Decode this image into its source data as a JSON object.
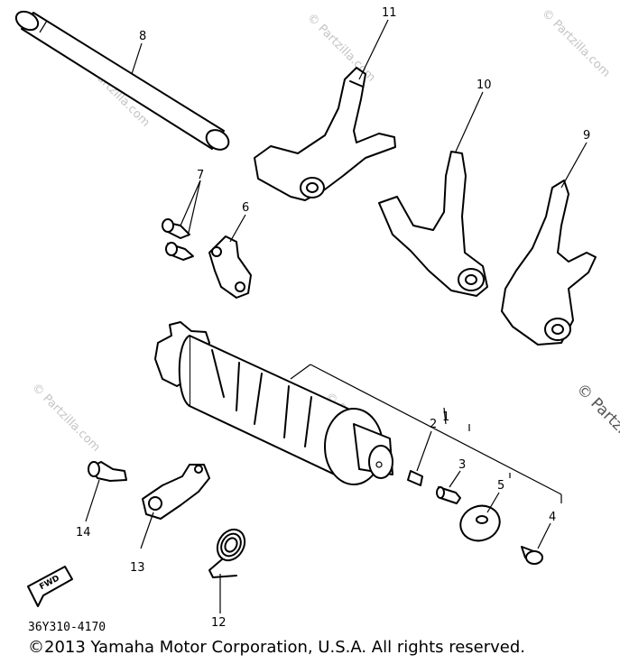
{
  "diagram": {
    "part_code": "36Y310-4170",
    "copyright": "©2013 Yamaha Motor Corporation, U.S.A. All rights reserved.",
    "watermark": "© Partzilla.com",
    "fwd_label": "FWD",
    "callouts": [
      {
        "id": "p1",
        "label": "1"
      },
      {
        "id": "p2",
        "label": "2"
      },
      {
        "id": "p3",
        "label": "3"
      },
      {
        "id": "p4",
        "label": "4"
      },
      {
        "id": "p5",
        "label": "5"
      },
      {
        "id": "p6",
        "label": "6"
      },
      {
        "id": "p7",
        "label": "7"
      },
      {
        "id": "p8",
        "label": "8"
      },
      {
        "id": "p9",
        "label": "9"
      },
      {
        "id": "p10",
        "label": "10"
      },
      {
        "id": "p11",
        "label": "11"
      },
      {
        "id": "p12",
        "label": "12"
      },
      {
        "id": "p13",
        "label": "13"
      },
      {
        "id": "p14",
        "label": "14"
      }
    ]
  }
}
